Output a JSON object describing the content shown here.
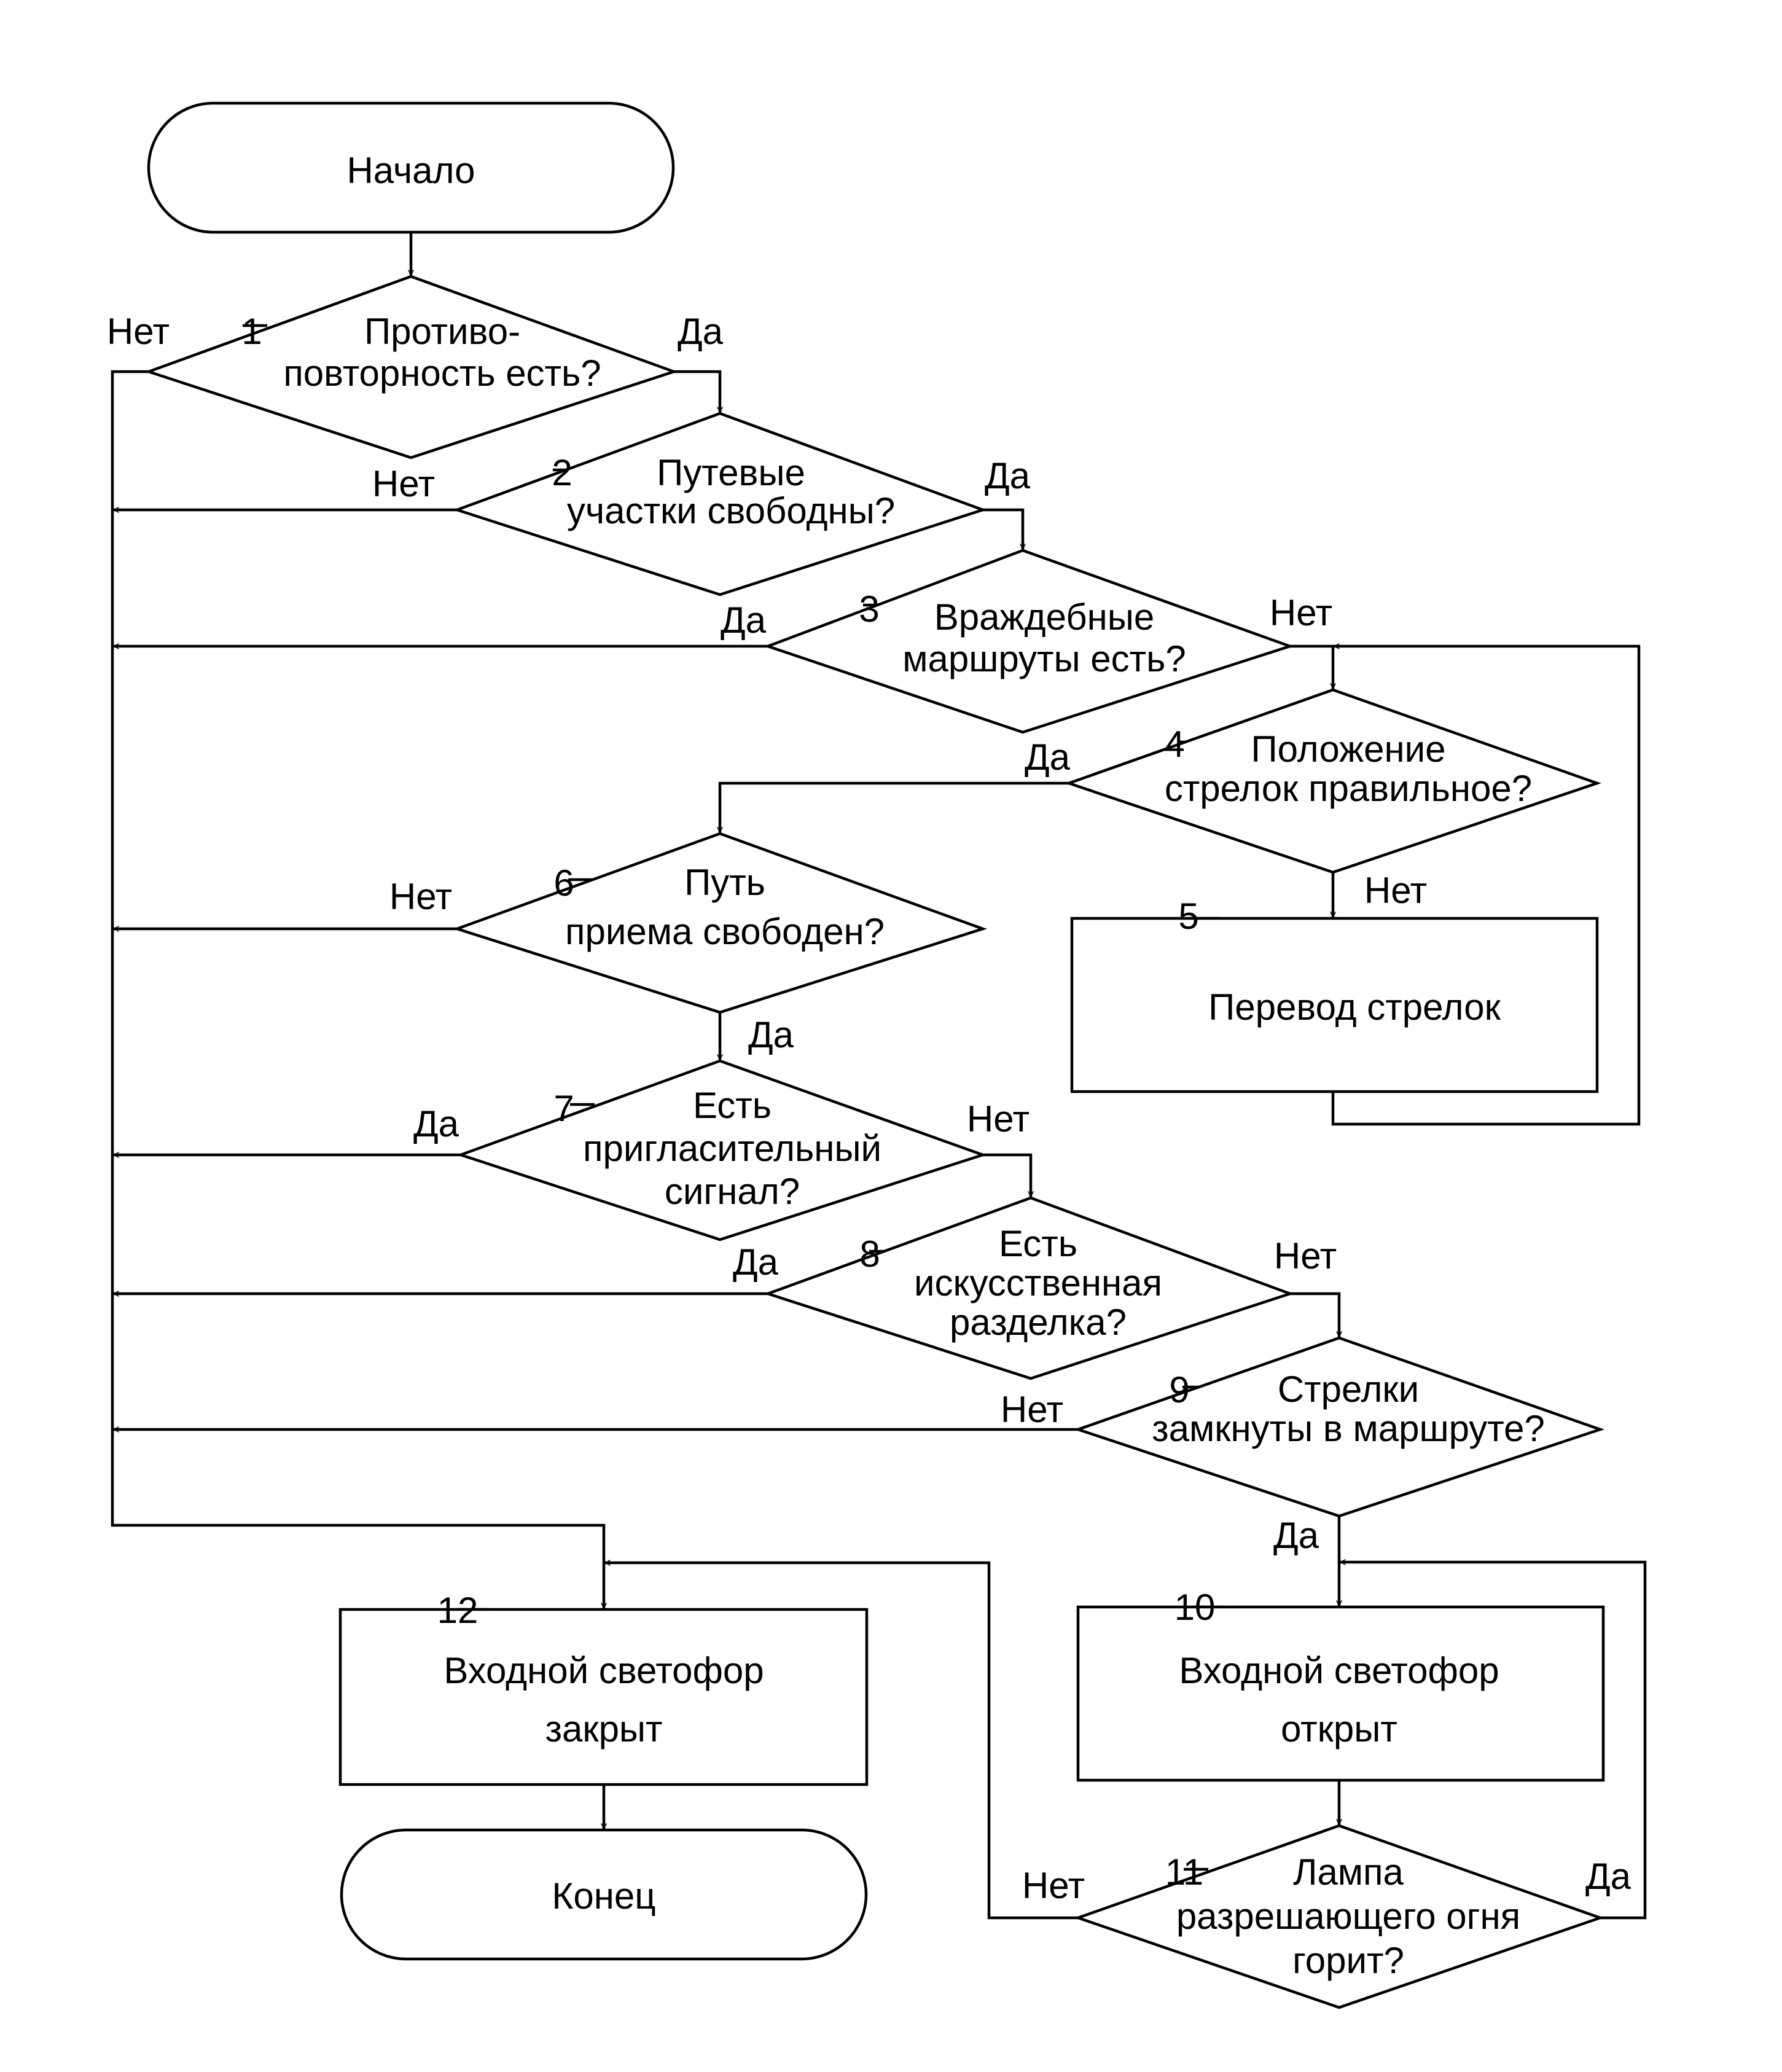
{
  "start": "Начало",
  "end": "Конец",
  "yes": "Да",
  "no": "Нет",
  "steps": {
    "s1": {
      "num": "1",
      "lines": [
        "Противо-",
        "повторность есть?"
      ]
    },
    "s2": {
      "num": "2",
      "lines": [
        "Путевые",
        "участки свободны?"
      ]
    },
    "s3": {
      "num": "3",
      "lines": [
        "Враждебные",
        "маршруты есть?"
      ]
    },
    "s4": {
      "num": "4",
      "lines": [
        "Положение",
        "стрелок правильное?"
      ]
    },
    "s5": {
      "num": "5",
      "lines": [
        "Перевод стрелок"
      ]
    },
    "s6": {
      "num": "6",
      "lines": [
        "Путь",
        "приема свободен?"
      ]
    },
    "s7": {
      "num": "7",
      "lines": [
        "Есть",
        "пригласительный",
        "сигнал?"
      ]
    },
    "s8": {
      "num": "8",
      "lines": [
        "Есть",
        "искусственная",
        "разделка?"
      ]
    },
    "s9": {
      "num": "9",
      "lines": [
        "Стрелки",
        "замкнуты в маршруте?"
      ]
    },
    "s10": {
      "num": "10",
      "lines": [
        "Входной светофор",
        "открыт"
      ]
    },
    "s11": {
      "num": "11",
      "lines": [
        "Лампа",
        "разрешающего огня",
        "горит?"
      ]
    },
    "s12": {
      "num": "12",
      "lines": [
        "Входной светофор",
        "закрыт"
      ]
    }
  }
}
